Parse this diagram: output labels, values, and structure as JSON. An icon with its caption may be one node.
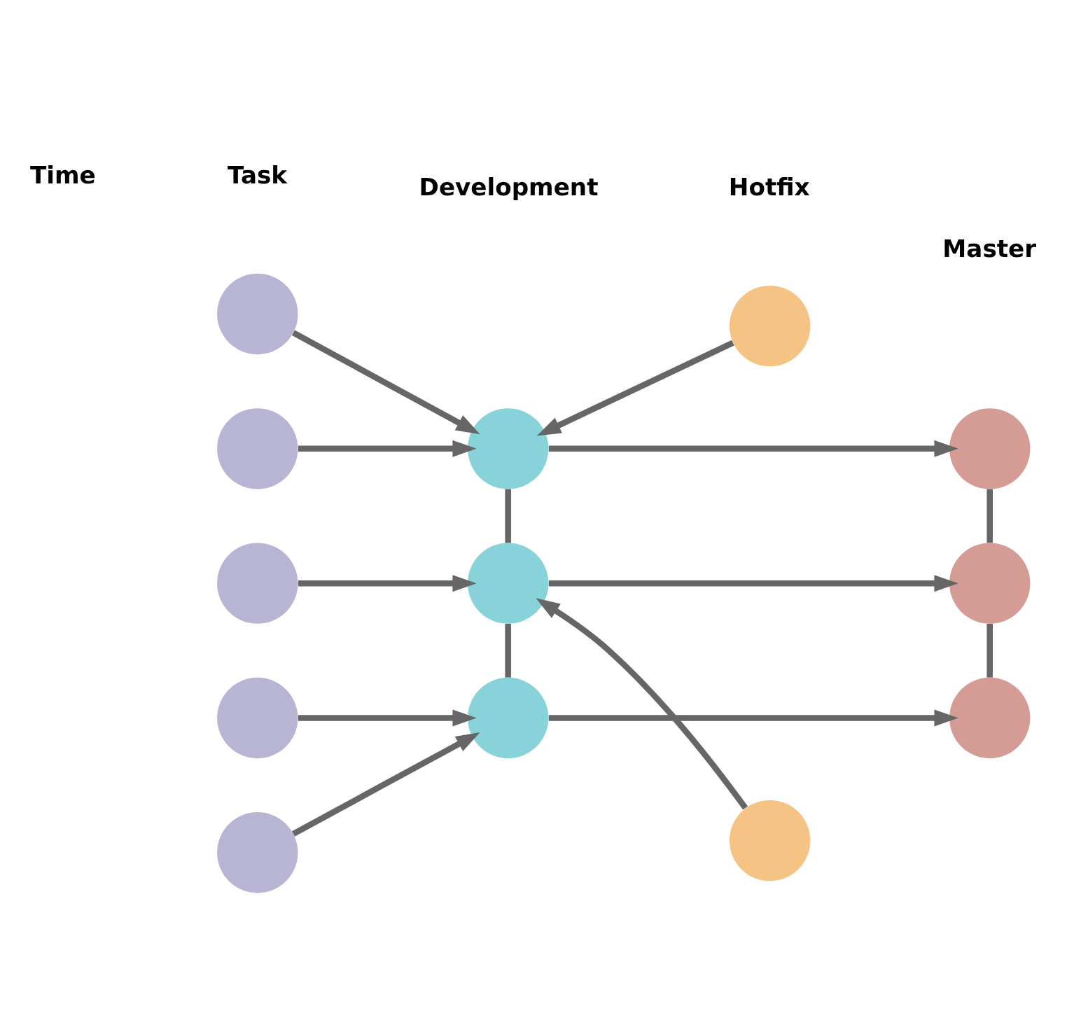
{
  "diagram": {
    "nodes": [
      {
        "text": [],
        "shape": "circle"
      },
      {
        "text": [],
        "shape": "circle"
      },
      {
        "text": [],
        "shape": "circle"
      },
      {
        "text": [],
        "shape": "circle"
      },
      {
        "text": [],
        "shape": "circle"
      },
      {
        "text": [],
        "shape": "circle"
      },
      {
        "text": [],
        "shape": "circle"
      },
      {
        "text": [],
        "shape": "circle"
      },
      {
        "text": [],
        "shape": "circle"
      },
      {
        "text": [],
        "shape": "circle"
      },
      {
        "text": [],
        "shape": "circle"
      },
      {
        "text": [],
        "shape": "circle"
      },
      {
        "text": [],
        "shape": "circle"
      }
    ],
    "edges": [
      {
        "from": 0,
        "to": 5,
        "arrow": "to"
      },
      {
        "from": 1,
        "to": 5,
        "arrow": "to"
      },
      {
        "from": 2,
        "to": 6,
        "arrow": "to"
      },
      {
        "from": 3,
        "to": 7,
        "arrow": "to"
      },
      {
        "from": 4,
        "to": 7,
        "arrow": "to"
      },
      {
        "from": 5,
        "to": 10,
        "arrow": "to"
      },
      {
        "from": 6,
        "to": 11,
        "arrow": "to"
      },
      {
        "from": 7,
        "to": 12,
        "arrow": "to"
      },
      {
        "from": 8,
        "to": 5,
        "arrow": "to"
      },
      {
        "from": 9,
        "to": 6,
        "arrow": "to"
      },
      {
        "from": 5,
        "to": 6,
        "arrow": "none"
      },
      {
        "from": 6,
        "to": 7,
        "arrow": "none"
      },
      {
        "from": 10,
        "to": 11,
        "arrow": "none"
      },
      {
        "from": 11,
        "to": 12,
        "arrow": "none"
      }
    ],
    "labels": [
      "Time",
      "Task",
      "Development",
      "Hotfix",
      "Master"
    ]
  }
}
